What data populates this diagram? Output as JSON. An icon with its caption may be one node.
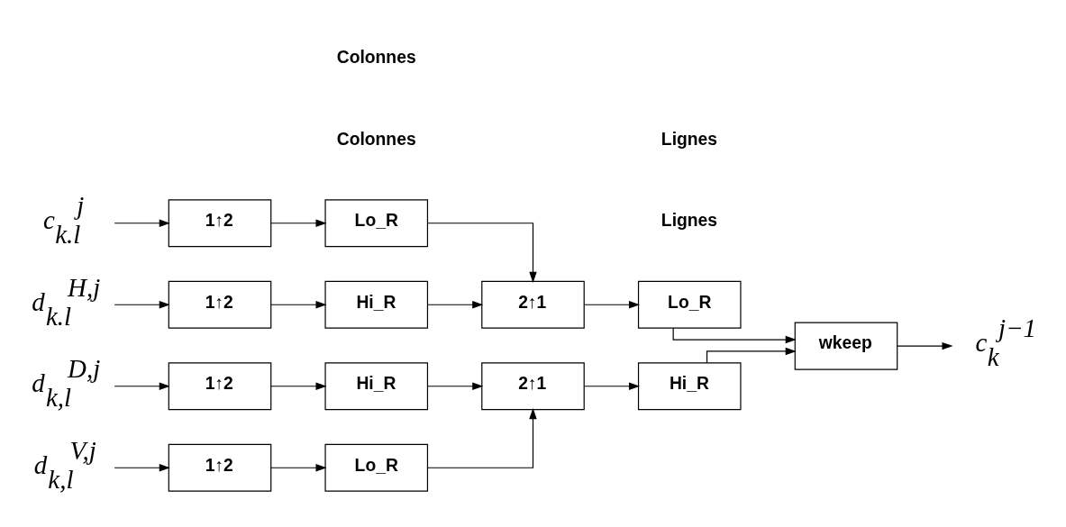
{
  "diagram": {
    "nodes": [
      {
        "text": [
          "c$_{k.l}$$^{j}$"
        ]
      },
      {
        "text": [
          "d$_{k.l}$$^{H,j}$"
        ]
      },
      {
        "text": [
          "d$_{k,l}$$^{V,j}$"
        ]
      },
      {
        "text": [
          "d$_{k,l}$$^{D,j}$"
        ]
      },
      {
        "text": [
          "1↑2"
        ]
      },
      {
        "text": [
          "1↑2"
        ]
      },
      {
        "text": [
          "1↑2"
        ]
      },
      {
        "text": [
          "1↑2"
        ]
      },
      {
        "text": [
          "Lo_R"
        ]
      },
      {
        "text": [
          "Hi_R"
        ]
      },
      {
        "text": [
          "Lo_R"
        ]
      },
      {
        "text": [
          "Hi_R"
        ]
      },
      {
        "text": [
          "2↑1"
        ]
      },
      {
        "text": [
          "2↑1"
        ]
      },
      {
        "text": [
          "Lo_R"
        ]
      },
      {
        "text": [
          "Hi_R"
        ]
      },
      {
        "text": [
          "wkeep"
        ]
      },
      {
        "text": [
          "c$_{k}$$^{j−1}$"
        ]
      }
    ],
    "edges": [
      {
        "from": 0,
        "to": 4,
        "arrow": "to"
      },
      {
        "from": 1,
        "to": 5,
        "arrow": "to"
      },
      {
        "from": 2,
        "to": 6,
        "arrow": "to"
      },
      {
        "from": 3,
        "to": 7,
        "arrow": "to"
      },
      {
        "from": 4,
        "to": 8,
        "arrow": "to"
      },
      {
        "from": 5,
        "to": 9,
        "arrow": "to"
      },
      {
        "from": 6,
        "to": 10,
        "arrow": "to"
      },
      {
        "from": 7,
        "to": 11,
        "arrow": "to"
      },
      {
        "from": 8,
        "to": 12,
        "arrow": "to"
      },
      {
        "from": 9,
        "to": 12,
        "arrow": "to"
      },
      {
        "from": 10,
        "to": 13,
        "arrow": "to"
      },
      {
        "from": 11,
        "to": 13,
        "arrow": "to"
      },
      {
        "from": 12,
        "to": 14,
        "arrow": "to"
      },
      {
        "from": 13,
        "to": 15,
        "arrow": "to"
      },
      {
        "from": 14,
        "to": 16,
        "arrow": "to"
      },
      {
        "from": 15,
        "to": 16,
        "arrow": "to"
      },
      {
        "from": 16,
        "to": 17,
        "arrow": "to"
      }
    ],
    "labels": [
      "Colonnes",
      "Lignes",
      "Lignes",
      "Colonnes"
    ]
  }
}
